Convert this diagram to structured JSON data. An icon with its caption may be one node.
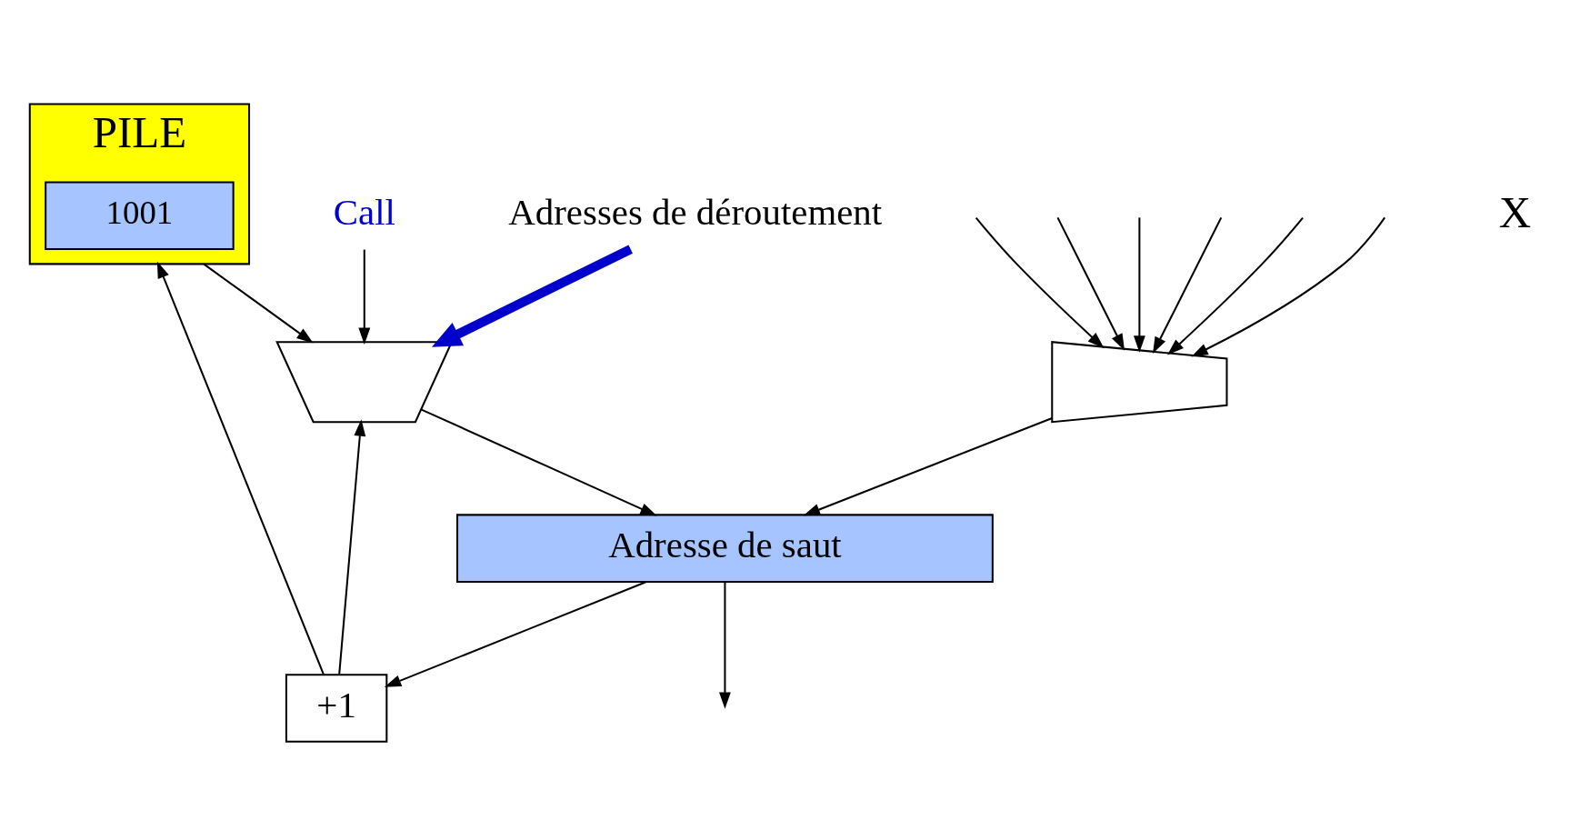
{
  "diagram": {
    "nodes": [
      {
        "text": [
          "Adresses de déroutement"
        ]
      },
      {
        "text": [
          "Call"
        ]
      },
      {
        "text": [],
        "shape": "trapezoid"
      },
      {
        "text": [],
        "shape": "trapezoid"
      },
      {
        "text": [
          "Adresse de saut"
        ]
      },
      {
        "text": [
          "+1"
        ]
      },
      {
        "text": [
          "PILE"
        ]
      },
      {
        "text": [
          "1001"
        ],
        "in": 6
      }
    ],
    "edges": [
      {
        "from": 0,
        "to": 2,
        "arrow": "to",
        "style": "thick",
        "color": "#0000cc"
      },
      {
        "from": 1,
        "to": 2,
        "arrow": "to"
      },
      {
        "from": 2,
        "to": 4,
        "arrow": "to"
      },
      {
        "from": null,
        "to": 3,
        "arrow": "to"
      },
      {
        "from": null,
        "to": 3,
        "arrow": "to"
      },
      {
        "from": null,
        "to": 3,
        "arrow": "to"
      },
      {
        "from": null,
        "to": 3,
        "arrow": "to"
      },
      {
        "from": null,
        "to": 3,
        "arrow": "to"
      },
      {
        "from": null,
        "to": 3,
        "arrow": "to"
      },
      {
        "from": 3,
        "to": 4,
        "arrow": "to"
      },
      {
        "from": 4,
        "to": null,
        "arrow": "to"
      },
      {
        "from": 4,
        "to": 5,
        "arrow": "to"
      },
      {
        "from": 5,
        "to": 2,
        "arrow": "to"
      },
      {
        "from": 5,
        "to": 6,
        "arrow": "to"
      },
      {
        "from": 6,
        "to": 2,
        "arrow": "to"
      }
    ],
    "labels": [
      "X"
    ]
  }
}
